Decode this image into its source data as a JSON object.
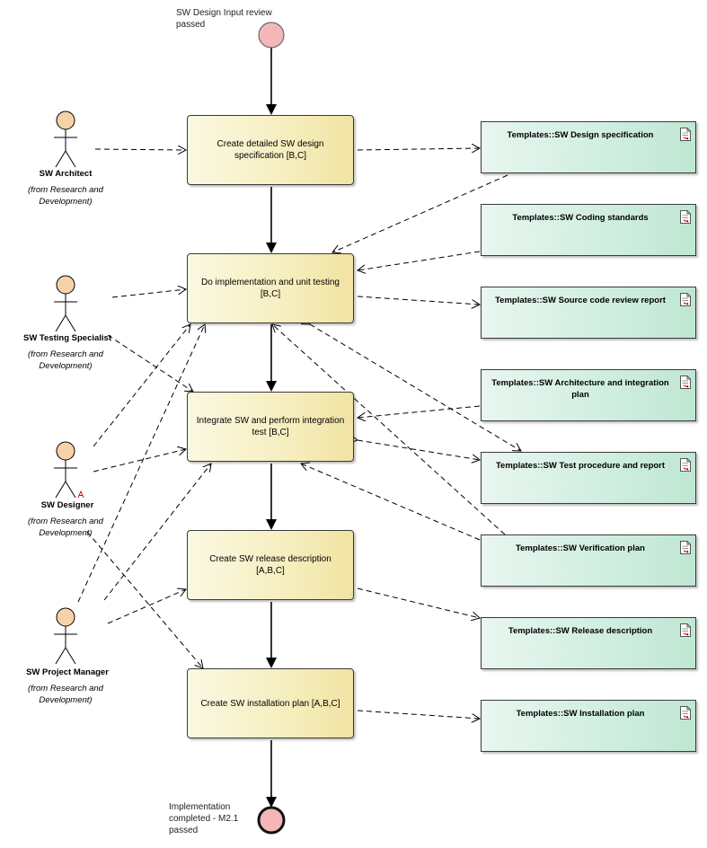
{
  "start_node": {
    "label": "SW Design Input review passed"
  },
  "end_node": {
    "label": "Implementation completed - M2.1 passed"
  },
  "actors": [
    {
      "name": "SW Architect",
      "from": "(from Research and Development)"
    },
    {
      "name": "SW Testing Specialist",
      "from": "(from Research and Development)"
    },
    {
      "name": "SW Designer",
      "from": "(from Research and Development)"
    },
    {
      "name": "SW Project Manager",
      "from": "(from Research and Development)"
    }
  ],
  "activities": [
    {
      "label": "Create detailed SW design specification [B,C]"
    },
    {
      "label": "Do implementation and unit testing [B,C]"
    },
    {
      "label": "Integrate SW and perform integration test [B,C]"
    },
    {
      "label": "Create SW release description [A,B,C]"
    },
    {
      "label": "Create SW installation plan [A,B,C]"
    }
  ],
  "artifacts": [
    {
      "label": "Templates::SW Design specification",
      "icon": "document-icon"
    },
    {
      "label": "Templates::SW Coding standards",
      "icon": "document-icon"
    },
    {
      "label": "Templates::SW Source code review report",
      "icon": "document-icon"
    },
    {
      "label": "Templates::SW Architecture and integration plan",
      "icon": "document-icon"
    },
    {
      "label": "Templates::SW Test procedure and report",
      "icon": "document-icon"
    },
    {
      "label": "Templates::SW Verification plan",
      "icon": "document-icon"
    },
    {
      "label": "Templates::SW Release description",
      "icon": "document-icon"
    },
    {
      "label": "Templates::SW Installation plan",
      "icon": "document-icon"
    }
  ],
  "colors": {
    "node_fill": "#f4b6b8",
    "node_stroke": "#222222",
    "actor_head": "#f6d2a8",
    "activity_fill": "#f6eebe",
    "artifact_fill": "#cfeee0"
  }
}
